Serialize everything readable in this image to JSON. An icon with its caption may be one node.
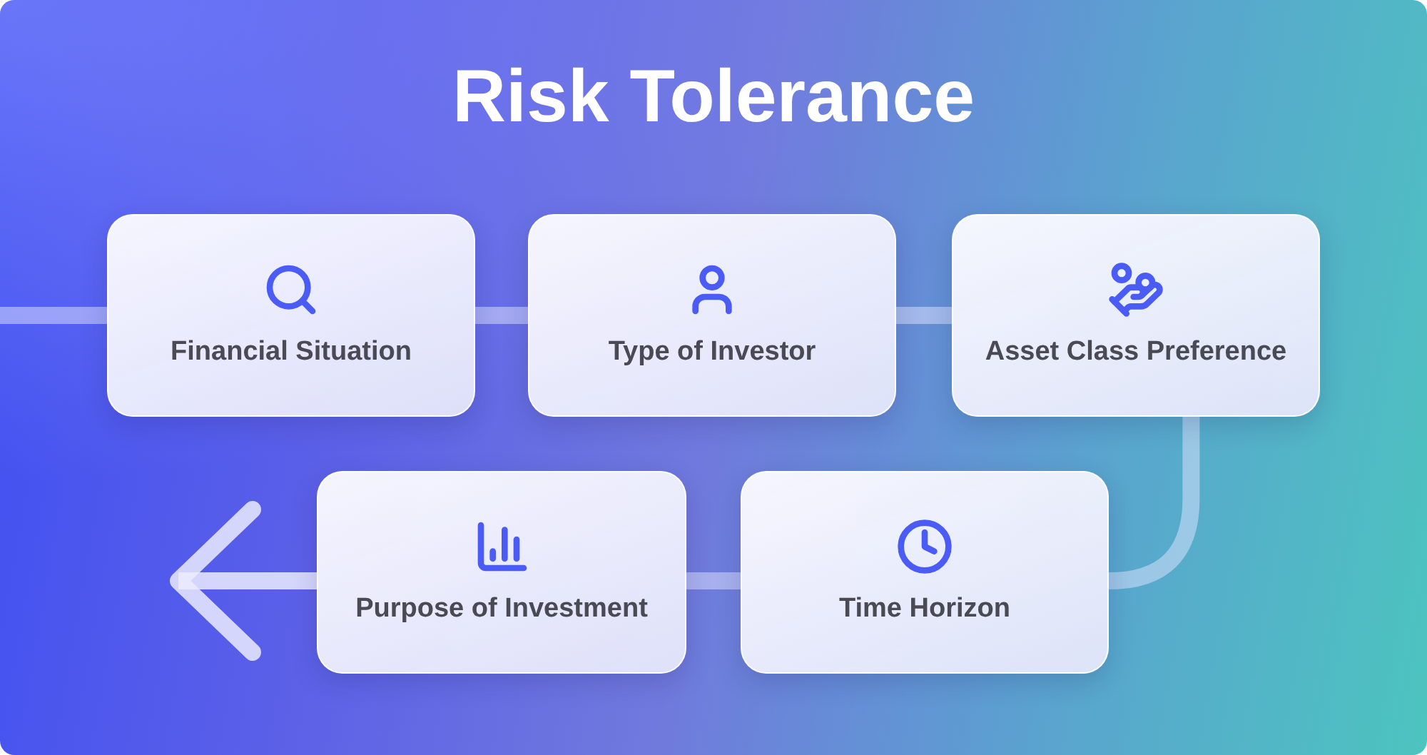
{
  "diagram": {
    "title": "Risk Tolerance",
    "nodes": [
      {
        "text": [
          "Financial Situation"
        ]
      },
      {
        "text": [
          "Type of Investor"
        ]
      },
      {
        "text": [
          "Asset Class Preference"
        ]
      },
      {
        "text": [
          "Time Horizon"
        ]
      },
      {
        "text": [
          "Purpose of Investment"
        ]
      }
    ],
    "edges": [
      {
        "from": null,
        "to": 0,
        "arrow": "none"
      },
      {
        "from": 0,
        "to": 1,
        "arrow": "none"
      },
      {
        "from": 1,
        "to": 2,
        "arrow": "none"
      },
      {
        "from": 2,
        "to": 3,
        "arrow": "none"
      },
      {
        "from": 3,
        "to": 4,
        "arrow": "none"
      },
      {
        "from": 4,
        "to": null,
        "arrow": "to"
      }
    ]
  }
}
